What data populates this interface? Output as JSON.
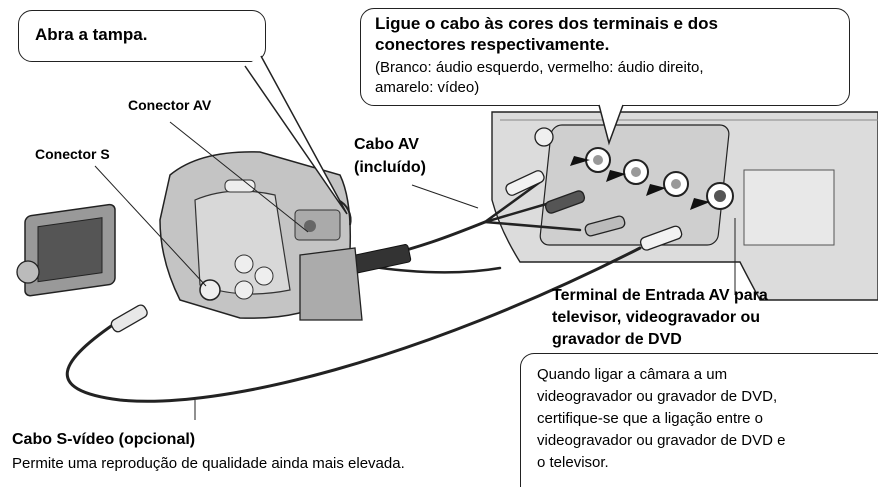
{
  "open_cover": "Abra a tampa.",
  "connect_title_1": "Ligue o cabo às cores dos terminais e dos",
  "connect_title_2": "conectores respectivamente.",
  "connect_note_1": "(Branco: áudio esquerdo, vermelho: áudio direito,",
  "connect_note_2": "amarelo: vídeo)",
  "label_av_connector": "Conector AV",
  "label_s_connector": "Conector S",
  "label_av_cable_1": "Cabo AV",
  "label_av_cable_2": "(incluído)",
  "label_terminal_1": "Terminal de Entrada AV para",
  "label_terminal_2": "televisor, videogravador ou",
  "label_terminal_3": "gravador de DVD",
  "note_lines": [
    "Quando ligar a câmara a um",
    "videogravador ou gravador de DVD,",
    "certifique-se que a ligação entre o",
    "videogravador ou gravador de DVD e",
    "o televisor."
  ],
  "svideo_title": "Cabo S-vídeo (opcional)",
  "svideo_desc": "Permite uma reprodução de qualidade ainda mais elevada.",
  "colors": {
    "line": "#222222",
    "device": "#bdbdbd",
    "device_dark": "#7a7a7a",
    "panel": "#e2e2e2"
  }
}
